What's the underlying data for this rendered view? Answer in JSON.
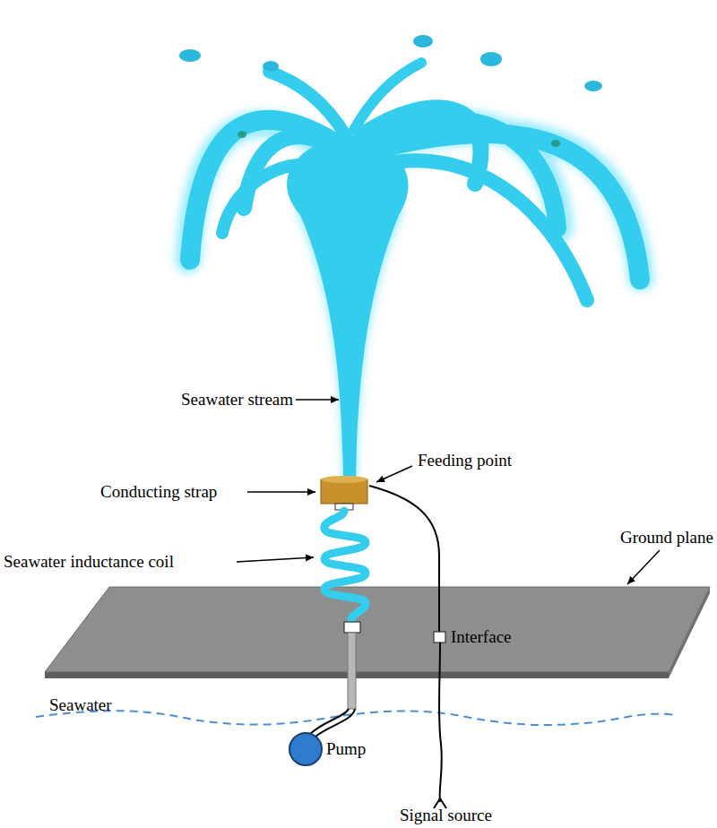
{
  "diagram": {
    "labels": [
      "Seawater stream",
      "Feeding point",
      "Conducting strap",
      "Seawater inductance coil",
      "Ground plane",
      "Interface",
      "Seawater",
      "Pump",
      "Signal source"
    ]
  }
}
